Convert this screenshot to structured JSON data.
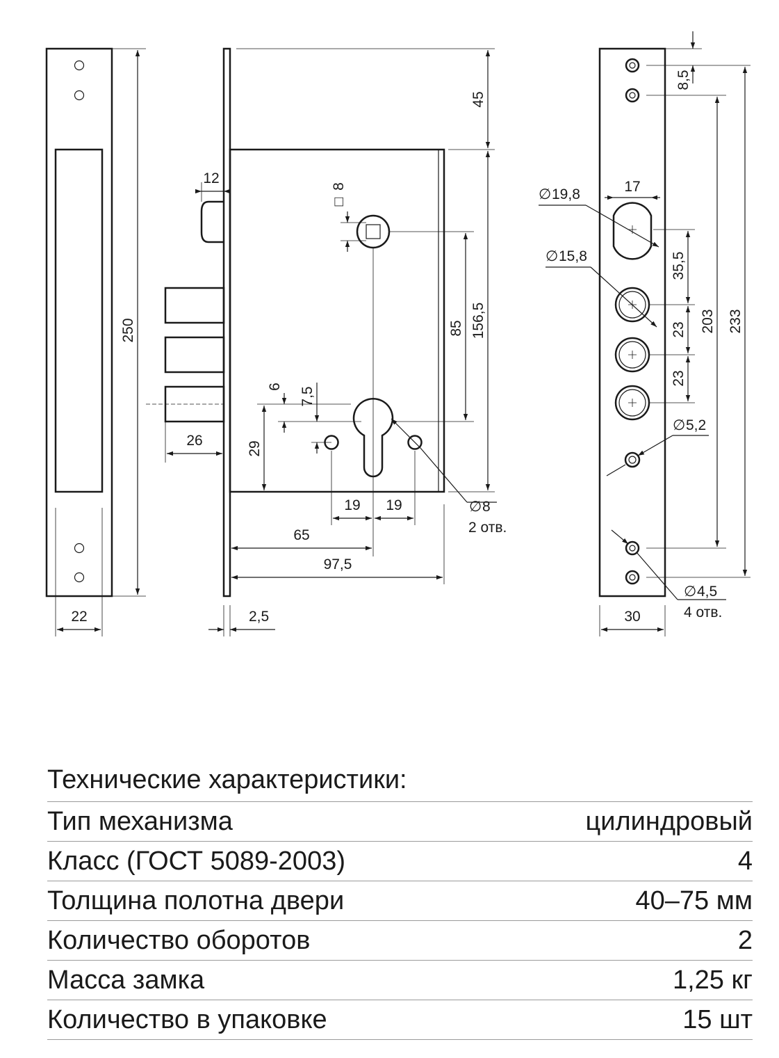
{
  "drawing": {
    "faceplate_left": {
      "height": "250",
      "width": "22"
    },
    "body": {
      "dims": {
        "top_gap": "45",
        "latch_width": "12",
        "spindle_square": "8",
        "spindle_square_symbol": "□",
        "handle_to_cyl": "85",
        "height_total": "156,5",
        "bolt_throw": "26",
        "cyl_offset_1": "6",
        "cyl_offset_2": "7,5",
        "cyl_height": "29",
        "hole_spacing_left": "19",
        "hole_spacing_right": "19",
        "hole_dia": "8",
        "hole_count": "2 отв.",
        "backset": "65",
        "body_depth": "97,5",
        "plate_thickness": "2,5",
        "diameter_symbol": "∅"
      }
    },
    "faceplate_right": {
      "dims": {
        "top_offset": "8,5",
        "cutout_dia": "19,8",
        "cutout_width": "17",
        "bolt_dia": "15,8",
        "gap_1": "35,5",
        "bolt_pitch_1": "23",
        "bolt_pitch_2": "23",
        "screw_inner": "203",
        "screw_outer": "233",
        "small_hole_dia": "5,2",
        "screw_hole_dia": "4,5",
        "screw_hole_count": "4 отв.",
        "width": "30",
        "diameter_symbol": "∅"
      }
    }
  },
  "specs": {
    "title": "Технические характеристики:",
    "rows": [
      {
        "label": "Тип механизма",
        "value": "цилиндровый"
      },
      {
        "label": "Класс (ГОСТ 5089-2003)",
        "value": "4"
      },
      {
        "label": "Толщина полотна двери",
        "value": "40–75 мм"
      },
      {
        "label": "Количество оборотов",
        "value": "2"
      },
      {
        "label": "Масса замка",
        "value": "1,25 кг"
      },
      {
        "label": "Количество в упаковке",
        "value": "15 шт"
      }
    ]
  }
}
